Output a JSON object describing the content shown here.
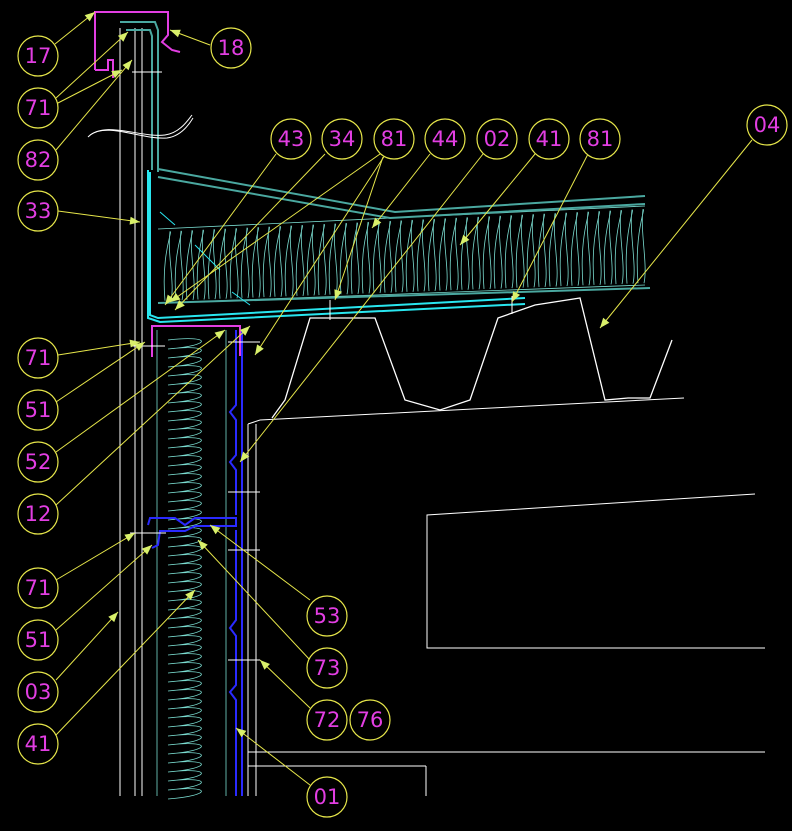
{
  "callouts": [
    "17",
    "18",
    "71",
    "82",
    "33",
    "43",
    "34",
    "81",
    "44",
    "02",
    "41",
    "81",
    "04",
    "71",
    "51",
    "52",
    "12",
    "71",
    "51",
    "03",
    "41",
    "53",
    "73",
    "72",
    "76",
    "01"
  ],
  "colors": {
    "background": "#000000",
    "callout_circle": "#e6e64a",
    "callout_text": "#e23ee2",
    "flashing_magenta": "#e23ee2",
    "membrane_cyan": "#29e6ef",
    "liner_blue": "#2a2aff",
    "cap_teal": "#4aa8a0",
    "insulation_lines": "#7adcd0",
    "deck_white": "#ffffff"
  }
}
